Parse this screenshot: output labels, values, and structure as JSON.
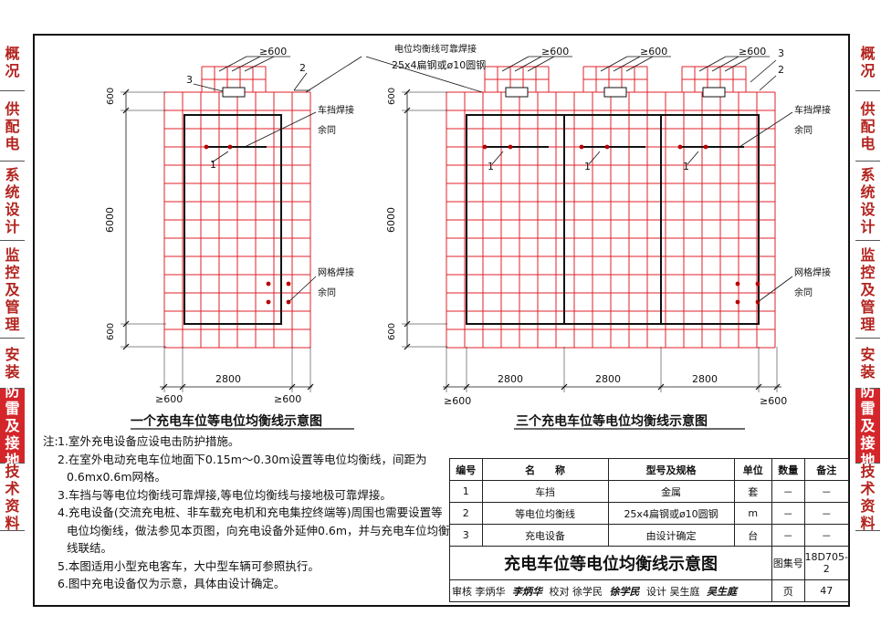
{
  "sidebar": {
    "sections": [
      {
        "label": "概况",
        "active": false
      },
      {
        "label": "供配电",
        "active": false
      },
      {
        "label": "系统设计",
        "active": false
      },
      {
        "label": "监控及管理",
        "active": false
      },
      {
        "label": "安装",
        "active": false
      },
      {
        "label": "防雷及接地",
        "active": true
      },
      {
        "label": "技术资料",
        "active": false
      }
    ]
  },
  "drawing": {
    "left": {
      "title": "一个充电车位等电位均衡线示意图",
      "dim_top": "600",
      "dim_mid": "6000",
      "dim_bot": "600",
      "dim_width": "2800",
      "dim_ext": "≥600",
      "tag_weld1": "车挡焊接",
      "tag_weld1_sub": "余同",
      "tag_weld2": "网格焊接",
      "tag_weld2_sub": "余同",
      "callout1": "1",
      "callout2": "2",
      "callout3": "3"
    },
    "right": {
      "title": "三个充电车位等电位均衡线示意图",
      "dim_width": [
        "2800",
        "2800",
        "2800"
      ],
      "dim_mid": "6000",
      "dim_top": "600",
      "dim_bot": "600",
      "dim_ext": "≥600",
      "tag_weld1": "车挡焊接",
      "tag_weld1_sub": "余同",
      "tag_weld2": "网格焊接",
      "tag_weld2_sub": "余同",
      "callout1": "1",
      "callout2": "2",
      "callout3": "3"
    },
    "center_label1": "电位均衡线可靠焊接",
    "center_label2": "25x4扁钢或ø10圆钢"
  },
  "notes": {
    "lead": "注:",
    "items": [
      "1.室外充电设备应设电击防护措施。",
      "2.在室外电动充电车位地面下0.15m～0.30m设置等电位均衡线，间距为",
      "0.6mx0.6m网格。",
      "3.车挡与等电位均衡线可靠焊接,等电位均衡线与接地极可靠焊接。",
      "4.充电设备(交流充电桩、非车载充电机和充电集控终端等)周围也需要设置等",
      "电位均衡线，做法参见本页图，向充电设备外延伸0.6m，并与充电车位均衡",
      "线联结。",
      "5.本图适用小型充电客车，大中型车辆可参照执行。",
      "6.图中充电设备仅为示意，具体由设计确定。"
    ]
  },
  "table": {
    "headers": [
      "编号",
      "名　　称",
      "型号及规格",
      "单位",
      "数量",
      "备注"
    ],
    "rows": [
      [
        "1",
        "车挡",
        "金属",
        "套",
        "－",
        "－"
      ],
      [
        "2",
        "等电位均衡线",
        "25x4扁钢或ø10圆钢",
        "m",
        "－",
        "－"
      ],
      [
        "3",
        "充电设备",
        "由设计确定",
        "台",
        "－",
        "－"
      ]
    ]
  },
  "titleblock": {
    "title": "充电车位等电位均衡线示意图",
    "atlas_label": "图集号",
    "atlas_no": "18D705-2",
    "review_label": "审核",
    "reviewer": "李炳华",
    "reviewer_sig": "李炳华",
    "check_label": "校对",
    "checker": "徐学民",
    "checker_sig": "徐学民",
    "design_label": "设计",
    "designer": "吴生庭",
    "designer_sig": "吴生庭",
    "page_label": "页",
    "page_no": "47"
  },
  "colors": {
    "grid": "#e0202a",
    "accent": "#d4262a",
    "line": "#111111"
  }
}
